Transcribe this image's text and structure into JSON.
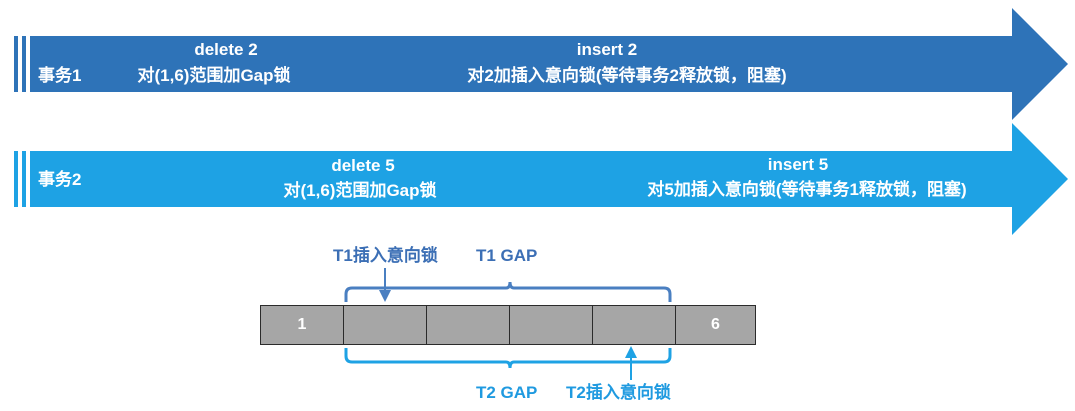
{
  "colors": {
    "tx1_arrow": "#2e73b8",
    "tx2_arrow": "#1ea2e4",
    "bracket_t1": "#4a7fc1",
    "bracket_t2": "#1ea2e4",
    "label_t1": "#3c6fb5",
    "label_t2": "#1f9ae0",
    "cell_fill": "#a6a6a6"
  },
  "tx1": {
    "name": "事务1",
    "step1_title": "delete 2",
    "step1_desc": "对(1,6)范围加Gap锁",
    "step2_title": "insert 2",
    "step2_desc": "对2加插入意向锁(等待事务2释放锁，阻塞)"
  },
  "tx2": {
    "name": "事务2",
    "step1_title": "delete 5",
    "step1_desc": "对(1,6)范围加Gap锁",
    "step2_title": "insert 5",
    "step2_desc": "对5加插入意向锁(等待事务1释放锁，阻塞)"
  },
  "index": {
    "cells": [
      "1",
      "",
      "",
      "",
      "",
      "6"
    ]
  },
  "labels": {
    "t1_insert_intention": "T1插入意向锁",
    "t1_gap": "T1 GAP",
    "t2_gap": "T2 GAP",
    "t2_insert_intention": "T2插入意向锁"
  }
}
